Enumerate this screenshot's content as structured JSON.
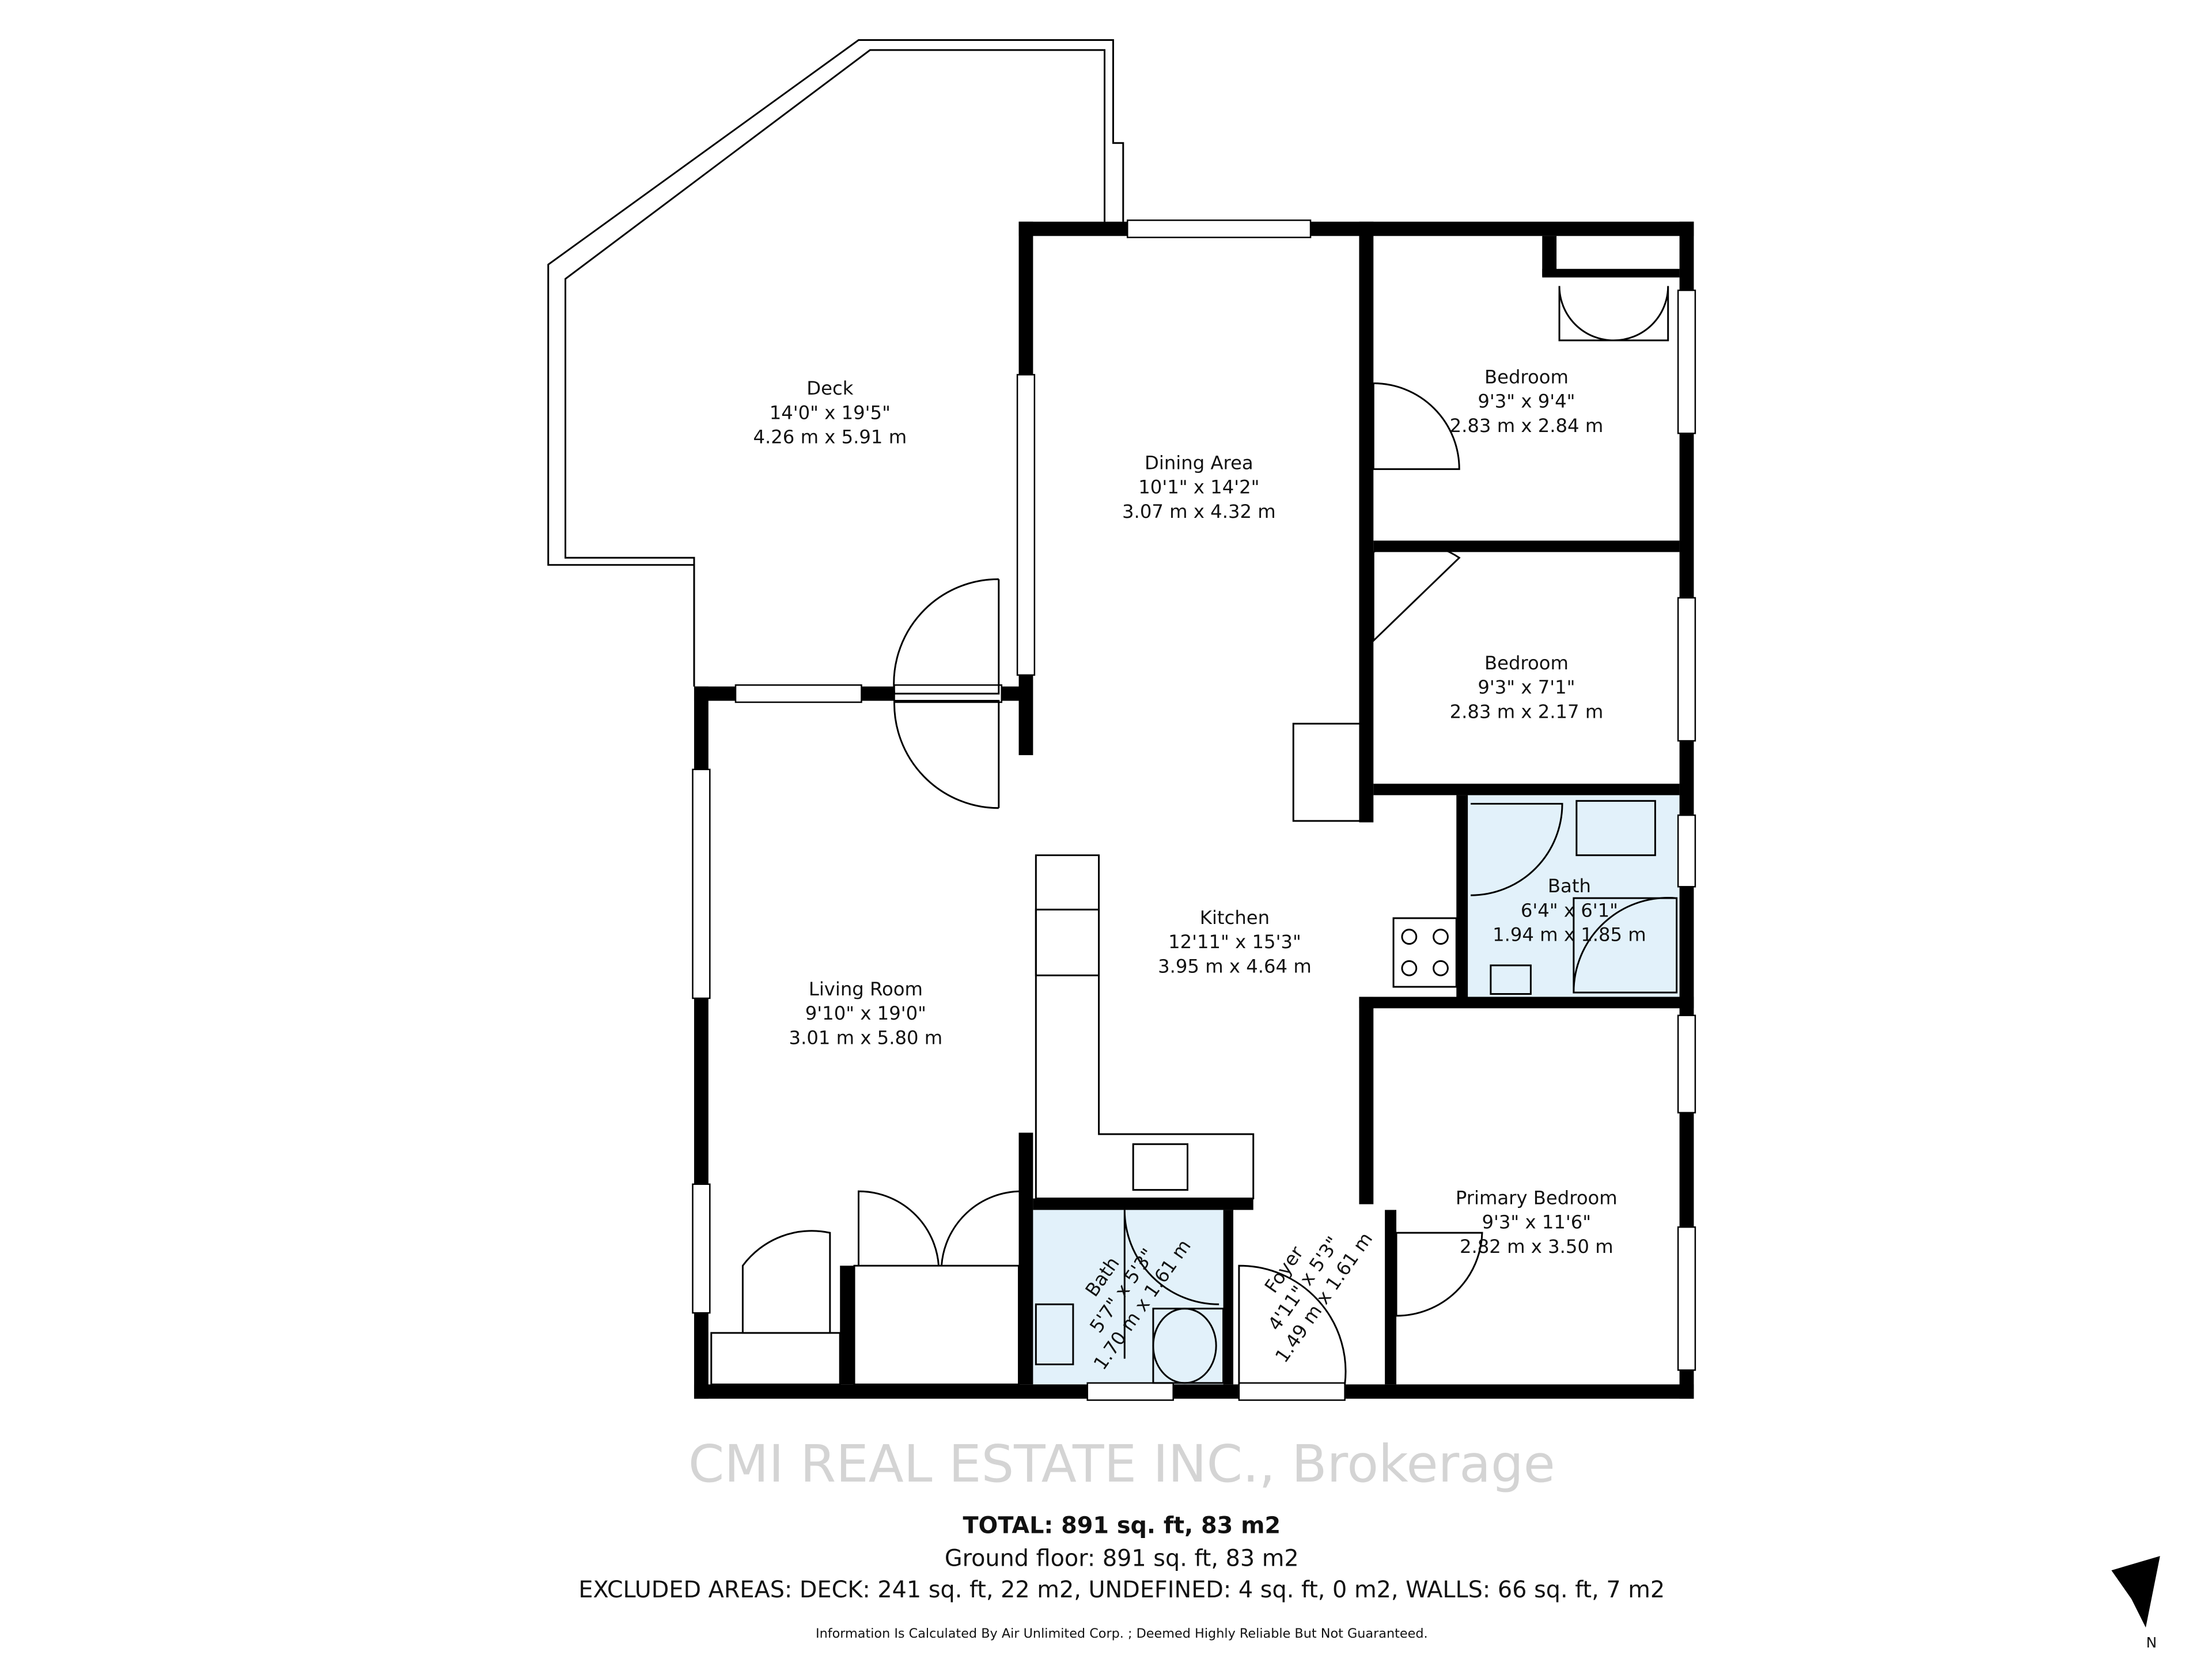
{
  "rooms": {
    "deck": {
      "name": "Deck",
      "imperial": "14'0\" x 19'5\"",
      "metric": "4.26 m x 5.91 m"
    },
    "dining": {
      "name": "Dining Area",
      "imperial": "10'1\" x 14'2\"",
      "metric": "3.07 m x 4.32 m"
    },
    "bedroom1": {
      "name": "Bedroom",
      "imperial": "9'3\" x 9'4\"",
      "metric": "2.83 m x 2.84 m"
    },
    "bedroom2": {
      "name": "Bedroom",
      "imperial": "9'3\" x 7'1\"",
      "metric": "2.83 m x 2.17 m"
    },
    "bath1": {
      "name": "Bath",
      "imperial": "6'4\" x 6'1\"",
      "metric": "1.94 m x 1.85 m"
    },
    "kitchen": {
      "name": "Kitchen",
      "imperial": "12'11\" x 15'3\"",
      "metric": "3.95 m x 4.64 m"
    },
    "living": {
      "name": "Living Room",
      "imperial": "9'10\" x 19'0\"",
      "metric": "3.01 m x 5.80 m"
    },
    "primary": {
      "name": "Primary Bedroom",
      "imperial": "9'3\" x 11'6\"",
      "metric": "2.82 m x 3.50 m"
    },
    "bath2": {
      "name": "Bath",
      "imperial": "5'7\" x 5'3\"",
      "metric": "1.70 m x 1.61 m"
    },
    "foyer": {
      "name": "Foyer",
      "imperial": "4'11\" x 5'3\"",
      "metric": "1.49 m x 1.61 m"
    }
  },
  "summary": {
    "total": "TOTAL: 891 sq. ft, 83 m2",
    "ground_floor": "Ground floor: 891 sq. ft, 83 m2",
    "excluded": "EXCLUDED AREAS: DECK: 241 sq. ft, 22 m2, UNDEFINED: 4 sq. ft, 0 m2, WALLS: 66 sq. ft, 7 m2",
    "disclaimer": "Information Is Calculated By Air Unlimited Corp. ; Deemed Highly Reliable But Not Guaranteed."
  },
  "watermark": "CMI REAL ESTATE INC., Brokerage",
  "compass": {
    "label": "N",
    "icon": "north-arrow-icon"
  },
  "colors": {
    "wall": "#000000",
    "bath_fill": "#e2f1fa"
  }
}
